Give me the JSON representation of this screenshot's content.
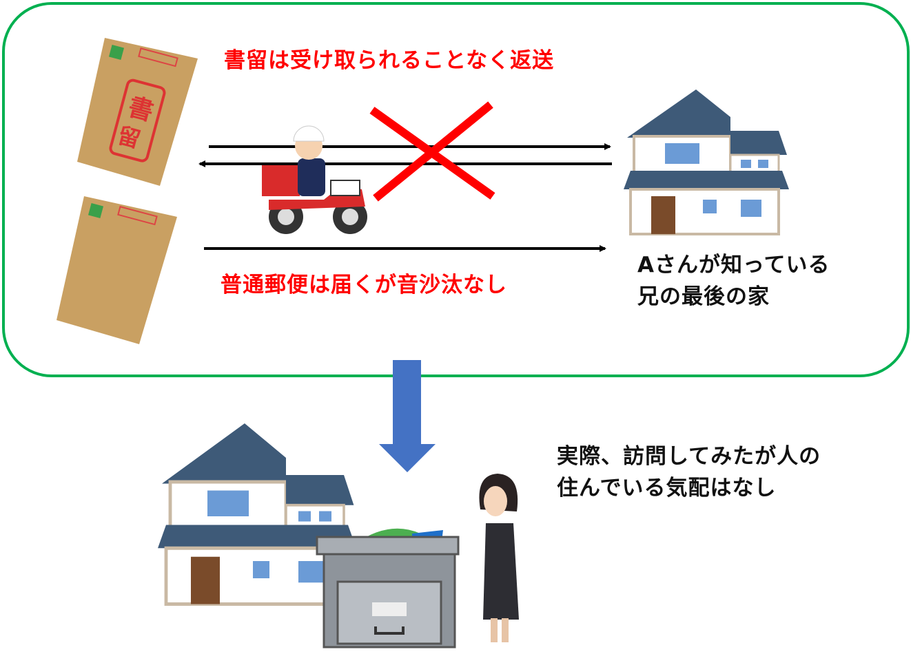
{
  "top_section": {
    "registered_mail_caption": "書留は受け取られることなく返送",
    "regular_mail_caption": "普通郵便は届くが音沙汰なし",
    "house_caption_line1": "Aさんが知っている",
    "house_caption_line2": "兄の最後の家",
    "envelope_stamp_text": "書留"
  },
  "bottom_section": {
    "visit_caption_line1": "実際、訪問してみたが人の",
    "visit_caption_line2": "住んでいる気配はなし"
  },
  "colors": {
    "frame": "#00b050",
    "caption_red": "#ff0000",
    "down_arrow": "#4472c4",
    "cross": "#ff0000"
  }
}
